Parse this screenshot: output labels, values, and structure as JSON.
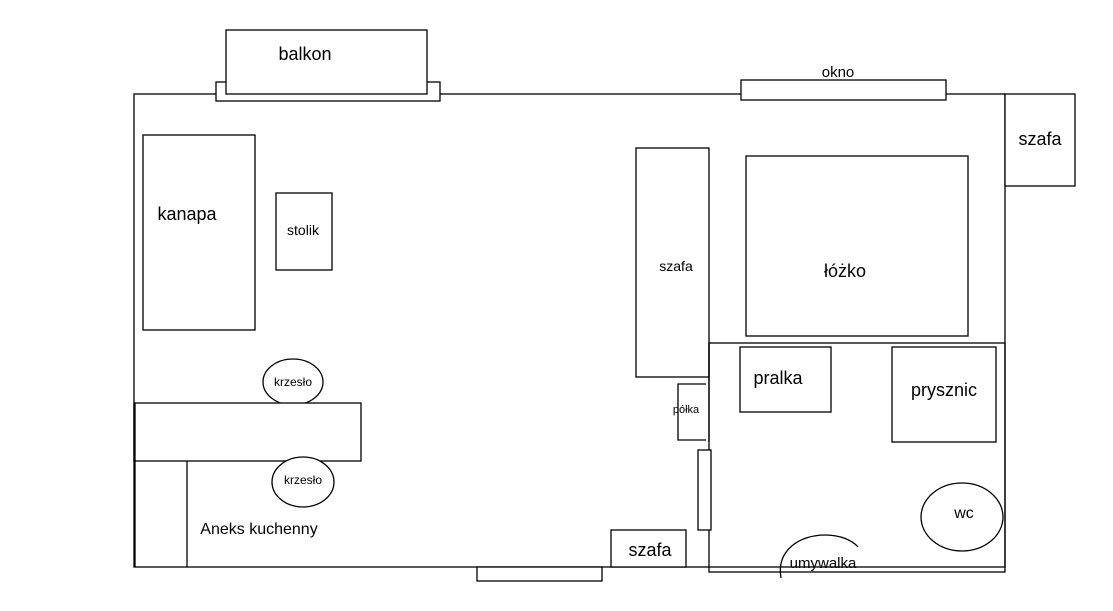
{
  "plan": {
    "labels": {
      "balkon": "balkon",
      "okno": "okno",
      "szafa_top_right": "szafa",
      "kanapa": "kanapa",
      "stolik": "stolik",
      "szafa_middle": "szafa",
      "lozko": "łóżko",
      "krzeslo_top": "krzesło",
      "krzeslo_bottom": "krzesło",
      "polka": "półka",
      "pralka": "pralka",
      "prysznic": "prysznic",
      "wc": "wc",
      "aneks": "Aneks kuchenny",
      "szafa_bottom": "szafa",
      "umywalka": "umywalka"
    }
  }
}
